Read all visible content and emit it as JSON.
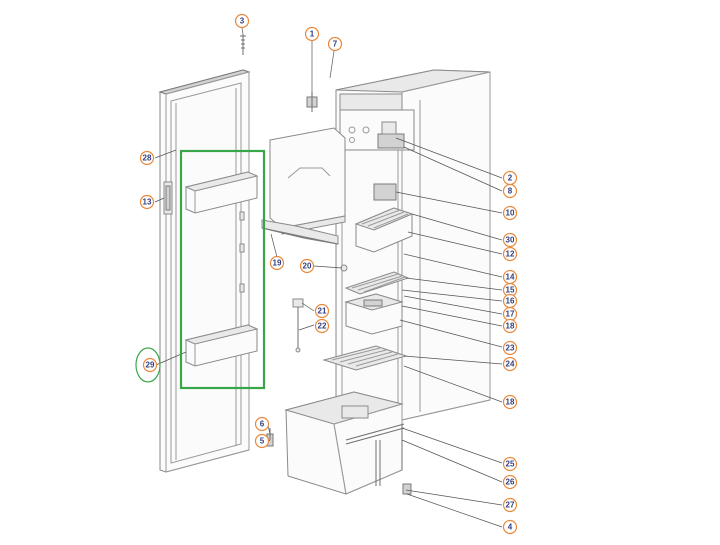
{
  "diagram": {
    "parts": [
      {
        "label": "1"
      },
      {
        "label": "2"
      },
      {
        "label": "3"
      },
      {
        "label": "4"
      },
      {
        "label": "5"
      },
      {
        "label": "6"
      },
      {
        "label": "7"
      },
      {
        "label": "8"
      },
      {
        "label": "10"
      },
      {
        "label": "12"
      },
      {
        "label": "13"
      },
      {
        "label": "14"
      },
      {
        "label": "15"
      },
      {
        "label": "16"
      },
      {
        "label": "17"
      },
      {
        "label": "18"
      },
      {
        "label": "18"
      },
      {
        "label": "19"
      },
      {
        "label": "20"
      },
      {
        "label": "21"
      },
      {
        "label": "22"
      },
      {
        "label": "23"
      },
      {
        "label": "24"
      },
      {
        "label": "25"
      },
      {
        "label": "26"
      },
      {
        "label": "27"
      },
      {
        "label": "28"
      },
      {
        "label": "29"
      },
      {
        "label": "30"
      }
    ],
    "colors": {
      "callout": "#e8883a",
      "callout_text": "#2f3f7f",
      "highlight_box": "#3aa64a",
      "highlight_ellipse": "#3aa64a",
      "line_art": "#8a8a8a"
    }
  }
}
